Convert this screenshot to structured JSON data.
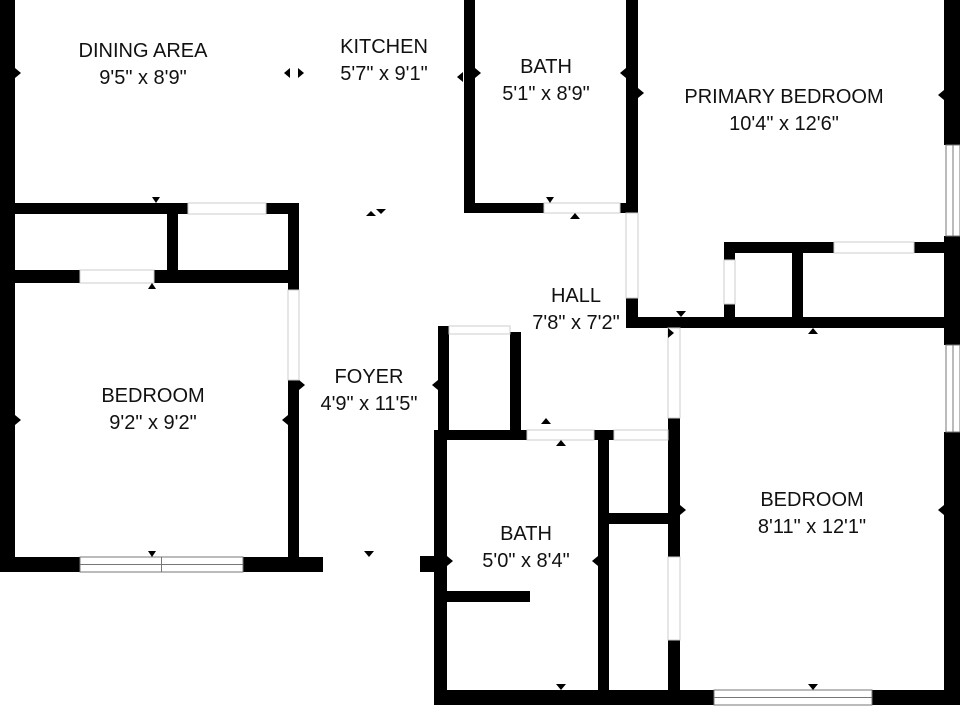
{
  "floor_plan": {
    "colors": {
      "wall": "#000000",
      "background": "#ffffff",
      "window": "#ffffff",
      "window_frame": "#777777"
    },
    "rooms": [
      {
        "id": "dining",
        "name": "DINING AREA",
        "size": "9'5\" x 8'9\""
      },
      {
        "id": "kitchen",
        "name": "KITCHEN",
        "size": "5'7\" x 9'1\""
      },
      {
        "id": "bath_top",
        "name": "BATH",
        "size": "5'1\" x 8'9\""
      },
      {
        "id": "primary",
        "name": "PRIMARY BEDROOM",
        "size": "10'4\" x 12'6\""
      },
      {
        "id": "hall",
        "name": "HALL",
        "size": "7'8\" x 7'2\""
      },
      {
        "id": "foyer",
        "name": "FOYER",
        "size": "4'9\" x 11'5\""
      },
      {
        "id": "bedroom_left",
        "name": "BEDROOM",
        "size": "9'2\" x 9'2\""
      },
      {
        "id": "bath_bottom",
        "name": "BATH",
        "size": "5'0\" x 8'4\""
      },
      {
        "id": "bedroom_right",
        "name": "BEDROOM",
        "size": "8'11\" x 12'1\""
      }
    ]
  }
}
